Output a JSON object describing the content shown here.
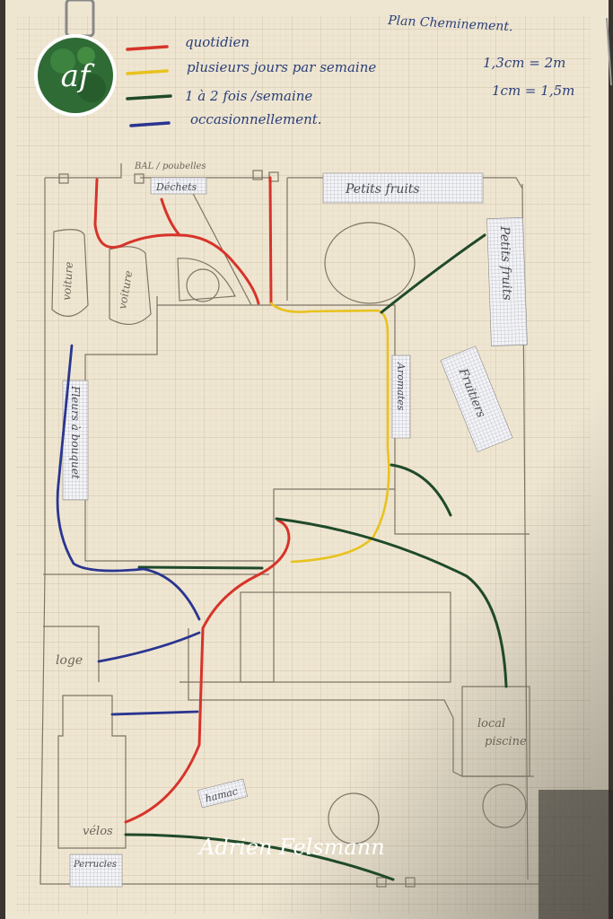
{
  "title": "Plan Cheminement.",
  "scale": [
    "1,3cm = 2m",
    "1cm = 1,5m"
  ],
  "logo": {
    "text": "af",
    "ring_color": "#ffffff",
    "fill_color": "#2f6b35"
  },
  "legend": [
    {
      "label": "quotidien",
      "color": "#d7342a"
    },
    {
      "label": "plusieurs jours par semaine",
      "color": "#e8c21e"
    },
    {
      "label": "1 à 2 fois /semaine",
      "color": "#1f4a2a"
    },
    {
      "label": "occasionnellement.",
      "color": "#2a3590"
    }
  ],
  "labels": {
    "bal": "BAL / poubelles",
    "dechets": "Déchets",
    "petits_fruits_top": "Petits fruits",
    "petits_fruits_side": "Petits fruits",
    "voiture1": "voiture",
    "voiture2": "voiture",
    "aromates": "Aromates",
    "fruitiers": "Fruitiers",
    "fleurs": "Fleurs à bouquet",
    "local_piscine_1": "local",
    "local_piscine_2": "piscine",
    "loge": "loge",
    "hamac": "hamac",
    "velos": "vélos",
    "perrucles": "Perrucles"
  },
  "signature": "Adrien Felsmann"
}
